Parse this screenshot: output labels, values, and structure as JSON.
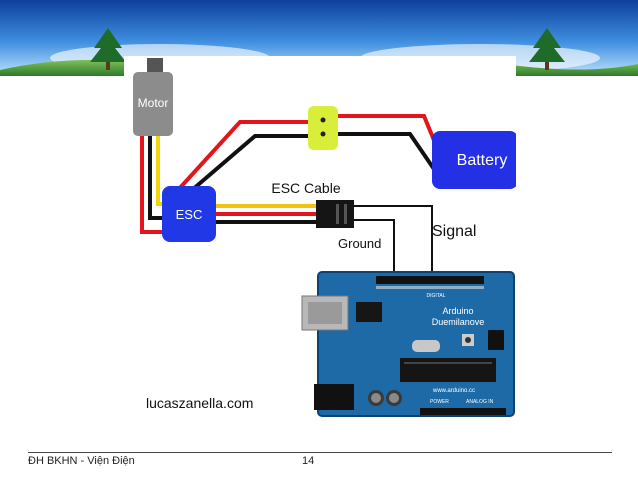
{
  "slide": {
    "labels": {
      "motor": "Motor",
      "esc": "ESC",
      "battery": "Battery",
      "esc_cable": "ESC Cable",
      "signal": "Signal",
      "ground": "Ground",
      "credit": "lucaszanella.com"
    },
    "board": {
      "name_line1": "Arduino",
      "name_line2": "Duemilanove",
      "url": "www.arduino.cc",
      "digital": "DIGITAL",
      "power": "POWER",
      "analog_in": "ANALOG IN"
    },
    "footer": {
      "left": "ĐH BKHN - Viện Điện",
      "page": "14"
    }
  }
}
